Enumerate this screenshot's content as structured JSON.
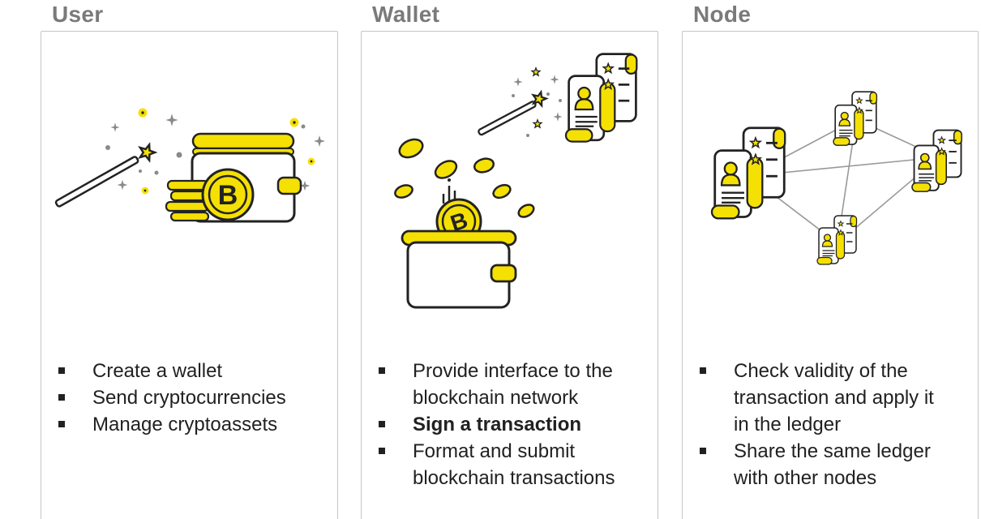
{
  "colors": {
    "accent_yellow": "#F5E003",
    "doodle_outline": "#222222",
    "card_border": "#C6C6C6",
    "heading_gray": "#7A7A7A",
    "body_text": "#212121",
    "sparkle_gray": "#8A8A8A",
    "network_line_gray": "#999999"
  },
  "columns": [
    {
      "id": "user",
      "title": "User",
      "illustration": "magic-wand-and-wallet-with-bitcoin",
      "bullets": [
        {
          "text": "Create a wallet",
          "bold": false
        },
        {
          "text": "Send cryptocurrencies",
          "bold": false
        },
        {
          "text": "Manage cryptoassets",
          "bold": false
        }
      ]
    },
    {
      "id": "wallet",
      "title": "Wallet",
      "illustration": "coins-falling-into-wallet-with-signed-receipt",
      "bullets": [
        {
          "text": "Provide interface to the blockchain network",
          "bold": false
        },
        {
          "text": "Sign a transaction",
          "bold": true
        },
        {
          "text": "Format and submit blockchain transactions",
          "bold": false
        }
      ]
    },
    {
      "id": "node",
      "title": "Node",
      "illustration": "ledger-documents-network",
      "bullets": [
        {
          "text": "Check validity of the transaction and apply it in the ledger",
          "bold": false
        },
        {
          "text": "Share the same ledger with other nodes",
          "bold": false
        }
      ]
    }
  ]
}
